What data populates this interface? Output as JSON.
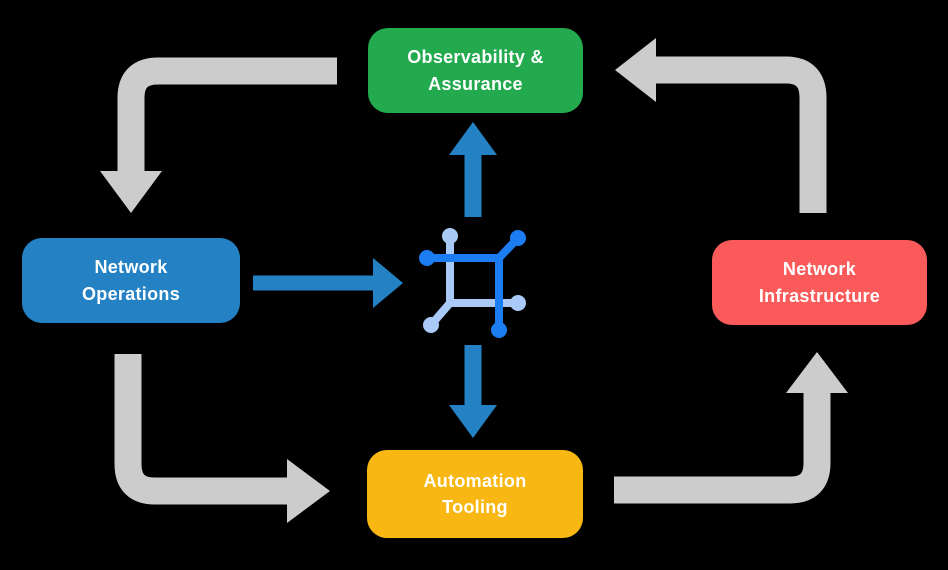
{
  "diagram": {
    "type": "cycle-flow-diagram",
    "background_color": "#000000",
    "nodes": [
      {
        "id": "observability-assurance",
        "label": "Observability &\nAssurance",
        "color": "#23AA4F",
        "text_color": "#ffffff"
      },
      {
        "id": "network-operations",
        "label": "Network\nOperations",
        "color": "#2482C4",
        "text_color": "#ffffff"
      },
      {
        "id": "network-infrastructure",
        "label": "Network\nInfrastructure",
        "color": "#FA5A5A",
        "text_color": "#ffffff"
      },
      {
        "id": "automation-tooling",
        "label": "Automation\nTooling",
        "color": "#F8B712",
        "text_color": "#ffffff"
      }
    ],
    "center_icon": {
      "name": "network-mesh-icon",
      "description": "square mesh node icon with six circular connection endpoints",
      "dark_color": "#1C7CF2",
      "light_color": "#A9C9F7"
    },
    "arrows": [
      {
        "id": "arrow-observability-to-operations",
        "from": "observability-assurance",
        "to": "network-operations",
        "style": "gray-elbow",
        "direction": "left-then-down"
      },
      {
        "id": "arrow-infrastructure-to-observability",
        "from": "network-infrastructure",
        "to": "observability-assurance",
        "style": "gray-elbow",
        "direction": "up-then-left"
      },
      {
        "id": "arrow-operations-to-automation",
        "from": "network-operations",
        "to": "automation-tooling",
        "style": "gray-elbow",
        "direction": "down-then-right"
      },
      {
        "id": "arrow-automation-to-infrastructure",
        "from": "automation-tooling",
        "to": "network-infrastructure",
        "style": "gray-elbow",
        "direction": "right-then-up"
      },
      {
        "id": "arrow-operations-to-center",
        "from": "network-operations",
        "to": "center-icon",
        "style": "blue-straight",
        "direction": "right"
      },
      {
        "id": "arrow-center-to-observability",
        "from": "center-icon",
        "to": "observability-assurance",
        "style": "blue-straight",
        "direction": "up"
      },
      {
        "id": "arrow-center-to-automation",
        "from": "center-icon",
        "to": "automation-tooling",
        "style": "blue-straight",
        "direction": "down"
      }
    ],
    "colors": {
      "gray_arrow": "#CCCCCC",
      "blue_arrow": "#2482C4",
      "green": "#23AA4F",
      "blue": "#2482C4",
      "red": "#FA5A5A",
      "yellow": "#F8B712",
      "icon_dark_blue": "#1C7CF2",
      "icon_light_blue": "#A9C9F7"
    }
  }
}
